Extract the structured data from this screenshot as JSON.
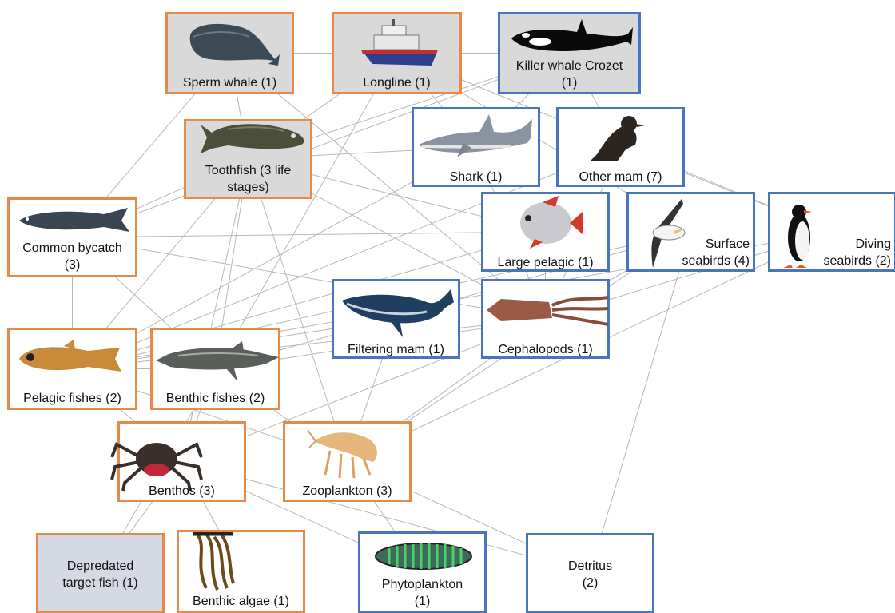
{
  "nodes": {
    "sperm_whale": {
      "label": "Sperm whale (1)"
    },
    "longline": {
      "label": "Longline (1)"
    },
    "killer_whale": {
      "label": "Killer whale Crozet\n(1)"
    },
    "toothfish": {
      "label": "Toothfish (3 life\nstages)"
    },
    "shark": {
      "label": "Shark (1)"
    },
    "other_mam": {
      "label": "Other mam (7)"
    },
    "common_bycatch": {
      "label": "Common bycatch\n(3)"
    },
    "large_pelagic": {
      "label": "Large pelagic (1)"
    },
    "surface_seabirds": {
      "label": "Surface\nseabirds (4)"
    },
    "diving_seabirds": {
      "label": "Diving\nseabirds (2)"
    },
    "filtering_mam": {
      "label": "Filtering mam (1)"
    },
    "cephalopods": {
      "label": "Cephalopods (1)"
    },
    "pelagic_fishes": {
      "label": "Pelagic fishes (2)"
    },
    "benthic_fishes": {
      "label": "Benthic fishes (2)"
    },
    "benthos": {
      "label": "Benthos (3)"
    },
    "zooplankton": {
      "label": "Zooplankton (3)"
    },
    "depredated": {
      "label": "Depredated\ntarget fish (1)"
    },
    "benthic_algae": {
      "label": "Benthic algae (1)"
    },
    "phytoplankton": {
      "label": "Phytoplankton\n(1)"
    },
    "detritus": {
      "label": "Detritus\n(2)"
    }
  },
  "colors": {
    "orange_border": "#e8894a",
    "blue_border": "#4a74bd",
    "link": "#b8b8b8"
  },
  "links": [
    [
      "sperm_whale",
      "toothfish"
    ],
    [
      "sperm_whale",
      "longline"
    ],
    [
      "sperm_whale",
      "cephalopods"
    ],
    [
      "sperm_whale",
      "common_bycatch"
    ],
    [
      "longline",
      "toothfish"
    ],
    [
      "longline",
      "killer_whale"
    ],
    [
      "longline",
      "surface_seabirds"
    ],
    [
      "longline",
      "diving_seabirds"
    ],
    [
      "longline",
      "shark"
    ],
    [
      "longline",
      "depredated"
    ],
    [
      "killer_whale",
      "toothfish"
    ],
    [
      "killer_whale",
      "other_mam"
    ],
    [
      "killer_whale",
      "shark"
    ],
    [
      "killer_whale",
      "common_bycatch"
    ],
    [
      "toothfish",
      "common_bycatch"
    ],
    [
      "toothfish",
      "cephalopods"
    ],
    [
      "toothfish",
      "benthic_fishes"
    ],
    [
      "toothfish",
      "pelagic_fishes"
    ],
    [
      "toothfish",
      "zooplankton"
    ],
    [
      "toothfish",
      "benthos"
    ],
    [
      "toothfish",
      "shark"
    ],
    [
      "toothfish",
      "large_pelagic"
    ],
    [
      "shark",
      "cephalopods"
    ],
    [
      "shark",
      "pelagic_fishes"
    ],
    [
      "other_mam",
      "cephalopods"
    ],
    [
      "other_mam",
      "pelagic_fishes"
    ],
    [
      "other_mam",
      "diving_seabirds"
    ],
    [
      "common_bycatch",
      "pelagic_fishes"
    ],
    [
      "common_bycatch",
      "benthic_fishes"
    ],
    [
      "common_bycatch",
      "cephalopods"
    ],
    [
      "common_bycatch",
      "large_pelagic"
    ],
    [
      "large_pelagic",
      "cephalopods"
    ],
    [
      "large_pelagic",
      "pelagic_fishes"
    ],
    [
      "surface_seabirds",
      "cephalopods"
    ],
    [
      "surface_seabirds",
      "pelagic_fishes"
    ],
    [
      "surface_seabirds",
      "zooplankton"
    ],
    [
      "surface_seabirds",
      "detritus"
    ],
    [
      "surface_seabirds",
      "benthic_fishes"
    ],
    [
      "diving_seabirds",
      "cephalopods"
    ],
    [
      "diving_seabirds",
      "zooplankton"
    ],
    [
      "diving_seabirds",
      "pelagic_fishes"
    ],
    [
      "filtering_mam",
      "zooplankton"
    ],
    [
      "filtering_mam",
      "pelagic_fishes"
    ],
    [
      "cephalopods",
      "zooplankton"
    ],
    [
      "cephalopods",
      "pelagic_fishes"
    ],
    [
      "cephalopods",
      "benthic_fishes"
    ],
    [
      "cephalopods",
      "benthos"
    ],
    [
      "pelagic_fishes",
      "zooplankton"
    ],
    [
      "pelagic_fishes",
      "benthos"
    ],
    [
      "benthic_fishes",
      "benthos"
    ],
    [
      "benthic_fishes",
      "zooplankton"
    ],
    [
      "benthic_fishes",
      "pelagic_fishes"
    ],
    [
      "benthos",
      "detritus"
    ],
    [
      "benthos",
      "benthic_algae"
    ],
    [
      "benthos",
      "depredated"
    ],
    [
      "benthos",
      "phytoplankton"
    ],
    [
      "zooplankton",
      "phytoplankton"
    ],
    [
      "zooplankton",
      "detritus"
    ]
  ]
}
